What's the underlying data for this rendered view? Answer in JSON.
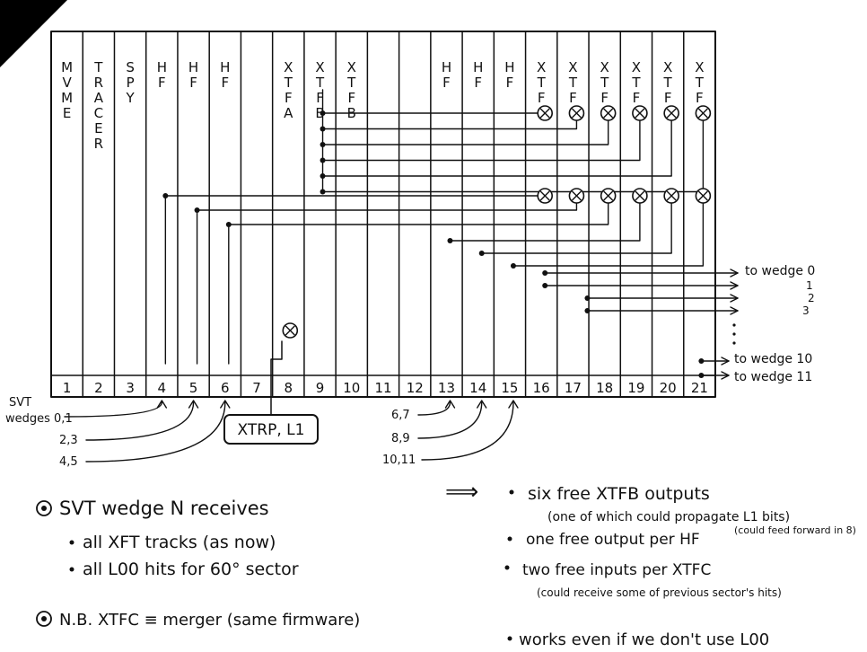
{
  "crate": {
    "slots": [
      {
        "number": "1",
        "label": "MVME"
      },
      {
        "number": "2",
        "label": "TRACER"
      },
      {
        "number": "3",
        "label": "SPY"
      },
      {
        "number": "4",
        "label": "HF"
      },
      {
        "number": "5",
        "label": "HF"
      },
      {
        "number": "6",
        "label": "HF"
      },
      {
        "number": "7",
        "label": ""
      },
      {
        "number": "8",
        "label": "XTFA"
      },
      {
        "number": "9",
        "label": "XTFB"
      },
      {
        "number": "10",
        "label": "XTFB"
      },
      {
        "number": "11",
        "label": ""
      },
      {
        "number": "12",
        "label": ""
      },
      {
        "number": "13",
        "label": "HF"
      },
      {
        "number": "14",
        "label": "HF"
      },
      {
        "number": "15",
        "label": "HF"
      },
      {
        "number": "16",
        "label": "XTFC"
      },
      {
        "number": "17",
        "label": "XTFC"
      },
      {
        "number": "18",
        "label": "XTFC"
      },
      {
        "number": "19",
        "label": "XTFC"
      },
      {
        "number": "20",
        "label": "XTFC"
      },
      {
        "number": "21",
        "label": "XTFC"
      }
    ]
  },
  "inputs": {
    "svt_label_line1": "SVT",
    "svt_label_line2": "wedges 0,1",
    "left": [
      "2,3",
      "4,5"
    ],
    "right": [
      "6,7",
      "8,9",
      "10,11"
    ],
    "xtrp_box": "XTRP, L1"
  },
  "outputs": {
    "labels": [
      "to wedge 0",
      "1",
      "2",
      "3",
      "to wedge 10",
      "to wedge 11"
    ]
  },
  "notes": {
    "note1_heading": "SVT wedge N receives",
    "note1_items": [
      "all XFT tracks (as now)",
      "all L00 hits for 60° sector"
    ],
    "note2": "N.B. XTFC ≡ merger (same firmware)",
    "implies_symbol": "⟹",
    "right_bullets": [
      {
        "text": "six free XTFB outputs",
        "sub": "(one of which could propagate L1 bits)"
      },
      {
        "text": "one free output per HF",
        "sub": "(could feed forward in 8)"
      },
      {
        "text": "two free inputs per XTFC",
        "sub": "(could receive some of previous sector's hits)"
      },
      {
        "text": "works even if we don't use L00",
        "sub": ""
      }
    ]
  }
}
